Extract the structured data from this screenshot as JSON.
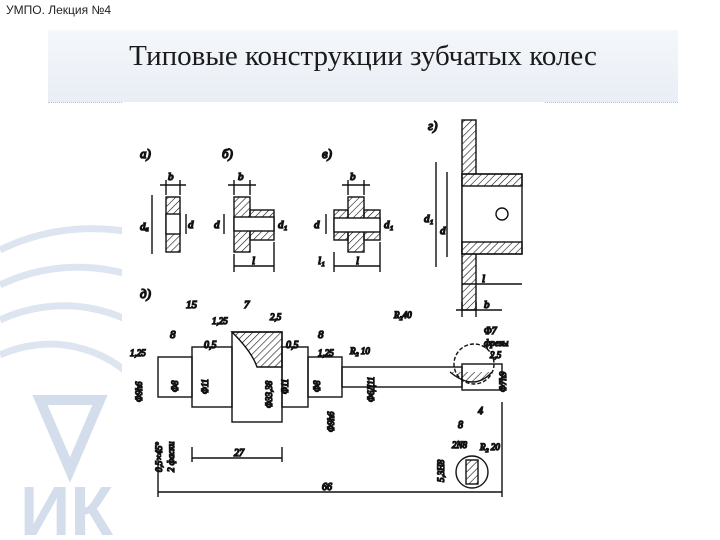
{
  "header": {
    "label": "УМПО. Лекция №4"
  },
  "slide": {
    "title": "Типовые конструкции зубчатых колес"
  },
  "drawing": {
    "views": [
      {
        "letter": "а)"
      },
      {
        "letter": "б)"
      },
      {
        "letter": "в)"
      },
      {
        "letter": "г)"
      },
      {
        "letter": "д)"
      }
    ],
    "labels": {
      "b": "b",
      "d": "d",
      "da": "dₐ",
      "d1": "d₁",
      "l": "l",
      "l1": "l₁",
      "d15": "15",
      "d7": "7",
      "d8": "8",
      "d8b": "8",
      "d05": "0,5",
      "d05b": "0,5",
      "r125": "1,25",
      "r125b": "1,25",
      "r125c": "1,25",
      "r25": "2,5",
      "r25b": "2,5",
      "f9h6": "Φ9h6",
      "f8": "Φ8",
      "f11": "Φ11",
      "f333": "Φ33,38",
      "f11b": "Φ11",
      "f8b": "Φ8",
      "f9h6b": "Φ9h6",
      "f611": "Φ6Д11",
      "f7h9": "Φ7h9",
      "d27": "27",
      "d66": "66",
      "d4": "4",
      "d8c": "8",
      "chamfer": "0,5×45°",
      "chamfer2": "2 фаски",
      "rz10": "R₂ 10",
      "rz20": "R₂ 20",
      "rz40": "R₂40",
      "f7": "Φ7",
      "frezy": "фрезы",
      "m2n8": "2N8",
      "d53h8": "5,3Н8"
    }
  }
}
